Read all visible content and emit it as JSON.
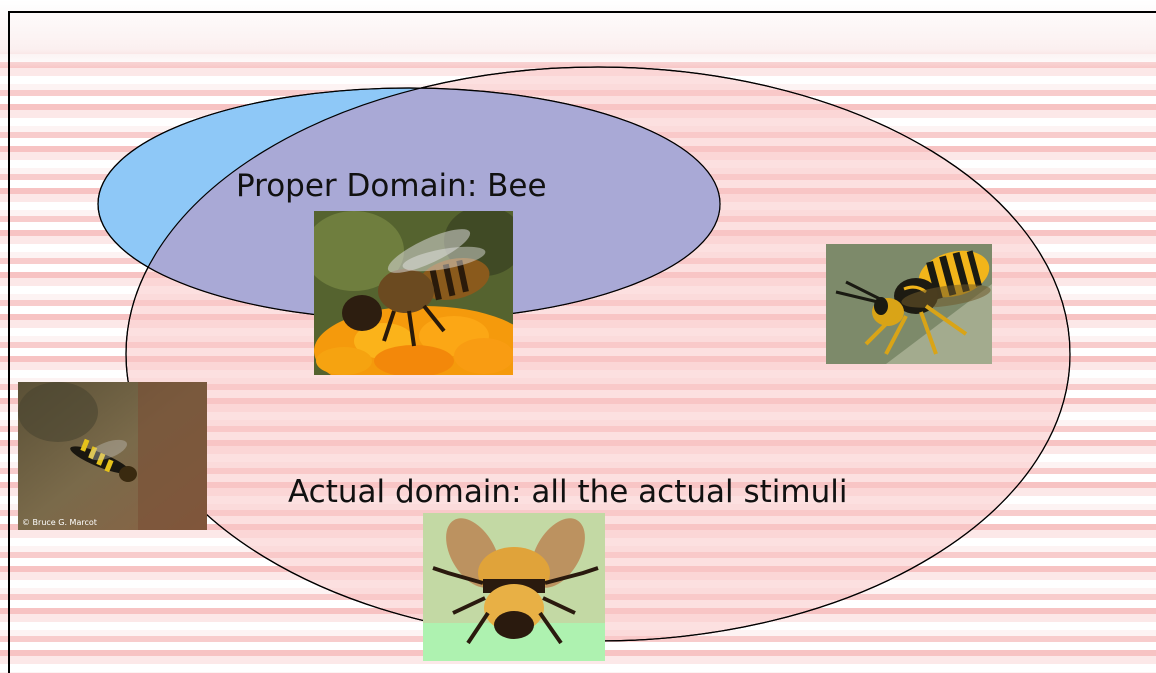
{
  "diagram": {
    "proper_domain_label": "Proper Domain: Bee",
    "actual_domain_label": "Actual domain: all the actual stimuli",
    "colors": {
      "proper_ellipse": "#8ec8f7",
      "overlap": "#a9a9d6",
      "actual_ellipse": "#f9c6c6",
      "outline": "#000000"
    }
  },
  "images": {
    "honeybee": {
      "icon": "honeybee-on-marigold-photo"
    },
    "wasp": {
      "icon": "yellowjacket-wasp-photo"
    },
    "hoverfly": {
      "icon": "hoverfly-photo",
      "credit": "© Bruce G. Marcot"
    },
    "bumblebee": {
      "icon": "bumblebee-photo"
    }
  }
}
